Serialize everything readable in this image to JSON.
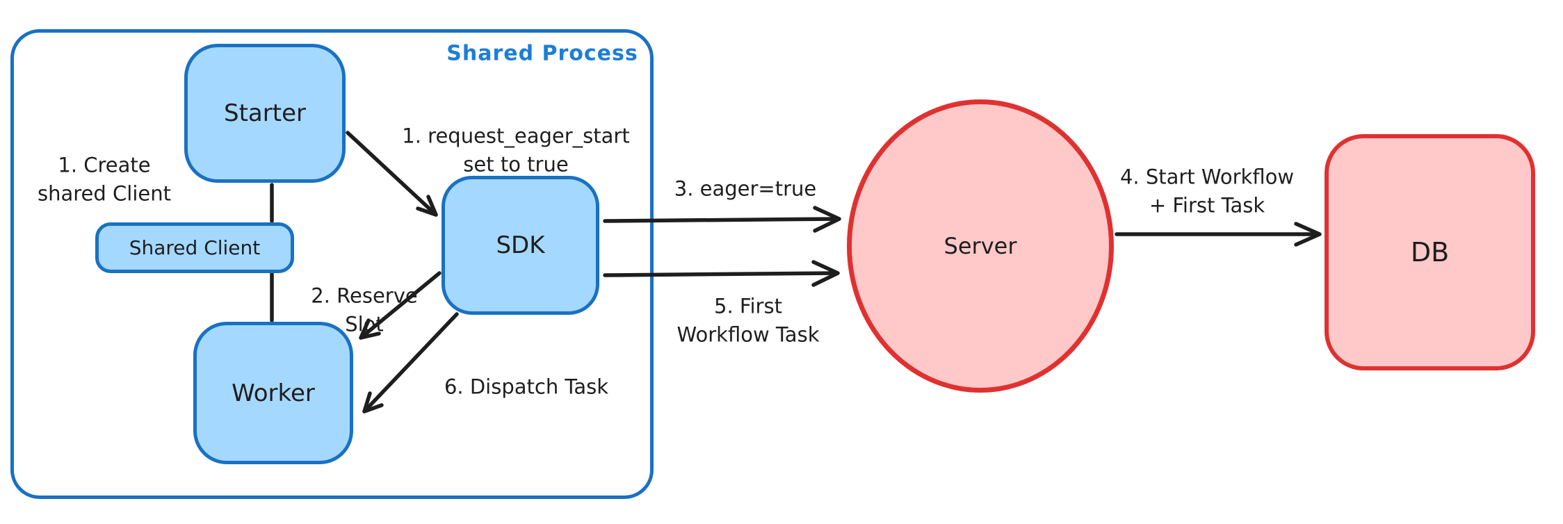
{
  "diagram": {
    "title": "Shared Process",
    "type": "architecture-sketch"
  },
  "colors": {
    "blue_stroke": "#1971c2",
    "blue_fill": "#a5d8ff",
    "blue_label": "#1c7ed6",
    "red_stroke": "#e03131",
    "red_fill": "#ffc9c9",
    "ink": "#1e1e1e",
    "background": "#ffffff"
  },
  "container": {
    "label": "Shared Process"
  },
  "nodes": {
    "starter": {
      "label": "Starter"
    },
    "shared_client": {
      "label": "Shared Client"
    },
    "worker": {
      "label": "Worker"
    },
    "sdk": {
      "label": "SDK"
    },
    "server": {
      "label": "Server"
    },
    "db": {
      "label": "DB"
    }
  },
  "annotations": {
    "create_client": "1. Create\nshared Client",
    "request_eager_start": "1. request_eager_start\nset to true",
    "reserve_slot": "2. Reserve\nSlot",
    "dispatch_task": "6. Dispatch Task",
    "eager_true": "3. eager=true",
    "first_workflow_task": "5. First\nWorkflow Task",
    "start_workflow": "4. Start Workflow\n+ First Task"
  },
  "edges": [
    {
      "from": "starter",
      "to": "shared_client",
      "style": "line"
    },
    {
      "from": "shared_client",
      "to": "worker",
      "style": "line"
    },
    {
      "from": "starter",
      "to": "sdk",
      "style": "arrow",
      "label": "1. request_eager_start set to true"
    },
    {
      "from": "sdk",
      "to": "worker",
      "style": "arrow",
      "label": "2. Reserve Slot"
    },
    {
      "from": "sdk",
      "to": "worker",
      "style": "arrow",
      "label": "6. Dispatch Task"
    },
    {
      "from": "sdk",
      "to": "server",
      "style": "arrow",
      "label": "3. eager=true"
    },
    {
      "from": "sdk",
      "to": "server",
      "style": "arrow",
      "label": "5. First Workflow Task"
    },
    {
      "from": "server",
      "to": "db",
      "style": "arrow",
      "label": "4. Start Workflow + First Task"
    }
  ]
}
